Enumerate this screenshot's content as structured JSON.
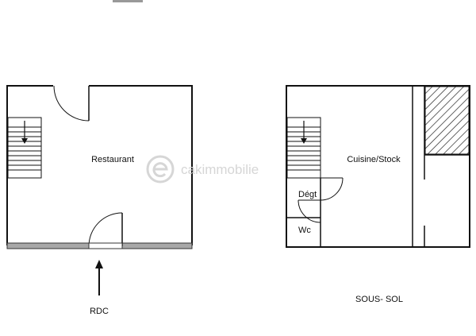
{
  "plans": {
    "ground_floor": {
      "caption": "RDC",
      "rooms": {
        "main": "Restaurant"
      }
    },
    "basement": {
      "caption": "SOUS- SOL",
      "rooms": {
        "main": "Cuisine/Stock",
        "hall": "Dégt",
        "toilet": "Wc"
      }
    }
  },
  "watermark": {
    "text": "cakimmobilie"
  },
  "colors": {
    "wall": "#111111",
    "facade": "#a8a8a8",
    "background": "#ffffff",
    "watermark": "#d6d6d6"
  },
  "icons": {
    "entrance": "arrow-up-icon",
    "stairs": "stairs-icon",
    "watermark_logo": "e-logo-icon"
  }
}
